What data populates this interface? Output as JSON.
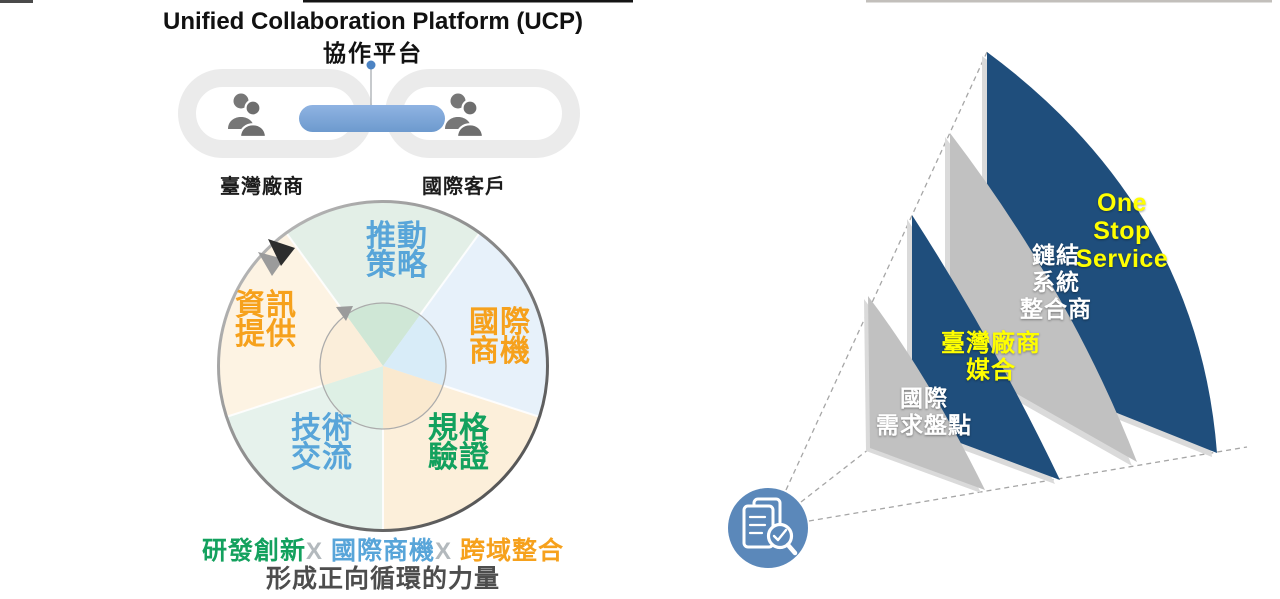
{
  "left": {
    "title": "Unified Collaboration Platform (UCP)",
    "subtitle": "協作平台",
    "chain": {
      "left_label": "臺灣廠商",
      "right_label": "國際客戶",
      "link_bar_color": "#7fa6d9",
      "ring_color": "#ebebeb",
      "people_color": "#6e6e6e"
    },
    "cycle": {
      "segments": [
        {
          "line1": "推動",
          "line2": "策略",
          "text_color": "#58a5d9",
          "wedge_color": "#e3efe7",
          "inner_color": "#cfe7d6"
        },
        {
          "line1": "國際",
          "line2": "商機",
          "text_color": "#f6a11c",
          "wedge_color": "#e7f1fa",
          "inner_color": "#d8ecf8"
        },
        {
          "line1": "規格",
          "line2": "驗證",
          "text_color": "#13a15e",
          "wedge_color": "#fcefda",
          "inner_color": "#fae9cf"
        },
        {
          "line1": "技術",
          "line2": "交流",
          "text_color": "#58a5d9",
          "wedge_color": "#e6f2ec",
          "inner_color": "#def0e5"
        },
        {
          "line1": "資訊",
          "line2": "提供",
          "text_color": "#f6a11c",
          "wedge_color": "#fdf3e3",
          "inner_color": "#fbeeda"
        }
      ]
    },
    "caption": {
      "part1": {
        "text": "研發創新",
        "color": "#13a15e"
      },
      "sep1": "X",
      "part2": {
        "text": "國際商機",
        "color": "#58a5d9"
      },
      "sep2": "X",
      "part3": {
        "text": "跨域整合",
        "color": "#f6a11c"
      },
      "sep_color": "#b3b9bd",
      "line2": "形成正向循環的力量"
    }
  },
  "right": {
    "sails": [
      {
        "line1": "國際",
        "line2": "需求盤點",
        "fill": "#c1c1c1",
        "text_color": "#ffffff"
      },
      {
        "line1": "臺灣廠商",
        "line2": "媒合",
        "fill": "#1f4e7c",
        "text_color": "#ffff00"
      },
      {
        "line1": "鏈結",
        "line2": "系統",
        "line3": "整合商",
        "fill": "#c1c1c1",
        "text_color": "#ffffff"
      },
      {
        "line1": "One",
        "line2": "Stop",
        "line3": "Service",
        "fill": "#1f4e7c",
        "text_color": "#ffff00"
      }
    ],
    "icon": {
      "circle_color": "#5b88ba"
    }
  }
}
